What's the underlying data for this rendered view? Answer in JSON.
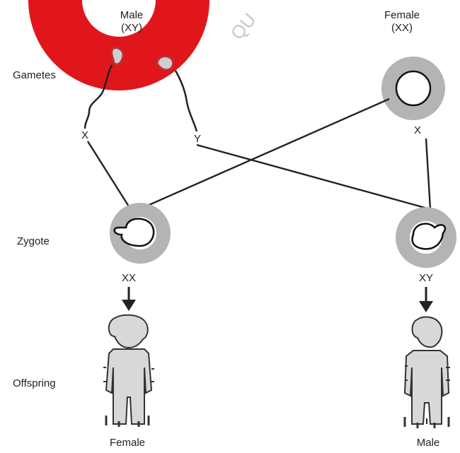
{
  "labels": {
    "male_parent": "Male",
    "male_parent_karyotype": "(XY)",
    "female_parent": "Female",
    "female_parent_karyotype": "(XX)",
    "gametes": "Gametes",
    "sperm_x": "X",
    "sperm_y": "Y",
    "egg_x": "X",
    "zygote": "Zygote",
    "zygote_left_karyotype": "XX",
    "zygote_right_karyotype": "XY",
    "offspring": "Offspring",
    "offspring_left_sex": "Female",
    "offspring_right_sex": "Male"
  },
  "watermark": {
    "text": "QU",
    "color": "#e0161b"
  },
  "colors": {
    "line": "#222222",
    "zona": "#b4b4b4",
    "body": "#d8d8d8",
    "sperm_head": "#b8323a"
  }
}
